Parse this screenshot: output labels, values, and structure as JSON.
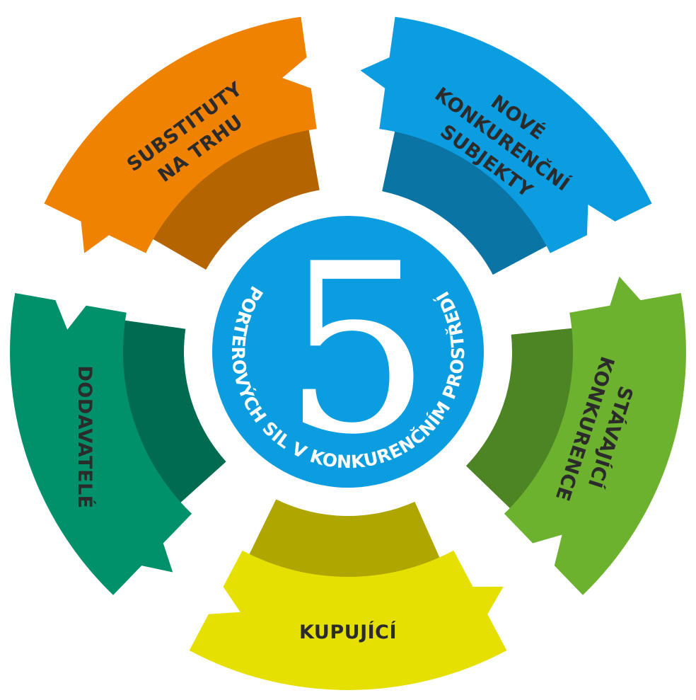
{
  "center": {
    "number": "5",
    "caption": "PORTEROVÝCH SIL V KONKURENČNÍM PROSTŘEDÍ"
  },
  "segments": [
    {
      "id": "substituty",
      "lines": [
        "SUBSTITUTY",
        "NA TRHU"
      ],
      "color": "#ef8200",
      "inner_color": "#b46400"
    },
    {
      "id": "nove",
      "lines": [
        "NOVÉ",
        "KONKURENČNÍ",
        "SUBJEKTY"
      ],
      "color": "#0b9de0",
      "inner_color": "#0a74a5"
    },
    {
      "id": "stavajici",
      "lines": [
        "STÁVAJÍCÍ",
        "KONKURENCE"
      ],
      "color": "#6cb22f",
      "inner_color": "#4d8424"
    },
    {
      "id": "kupujici",
      "lines": [
        "KUPUJÍCÍ"
      ],
      "color": "#e6e000",
      "inner_color": "#b0a600"
    },
    {
      "id": "dodavatele",
      "lines": [
        "DODAVATELÉ"
      ],
      "color": "#00916b",
      "inner_color": "#006b50"
    }
  ],
  "center_color": "#0b9de0"
}
